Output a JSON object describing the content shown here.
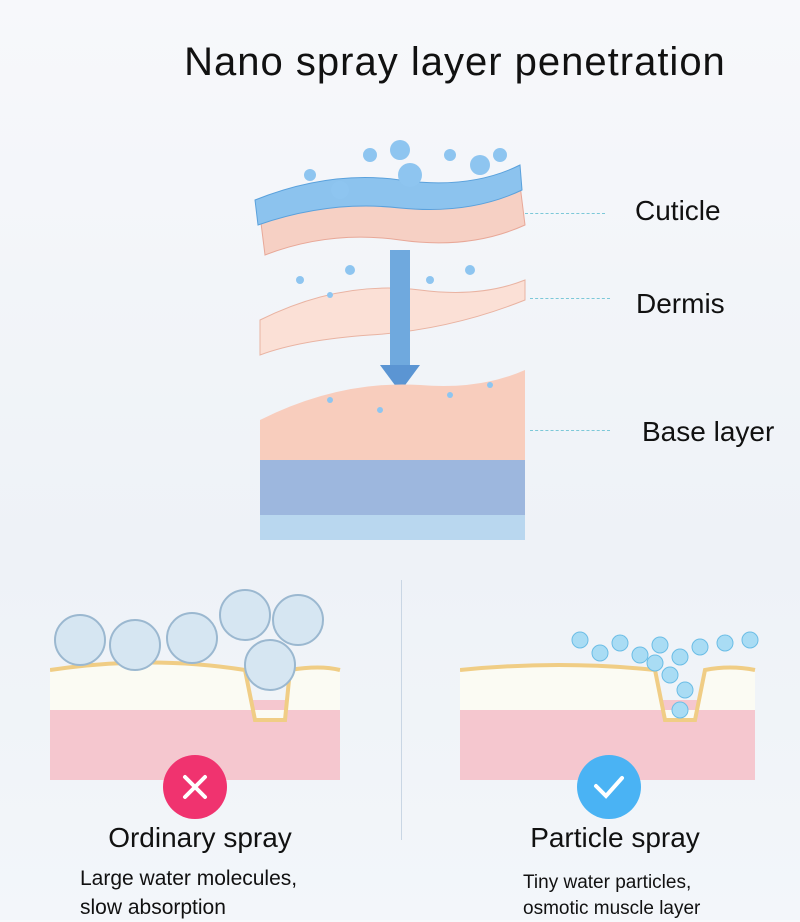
{
  "title": "Nano spray layer penetration",
  "layers": {
    "cuticle": "Cuticle",
    "dermis": "Dermis",
    "base": "Base layer"
  },
  "left": {
    "title": "Ordinary spray",
    "desc_line1": "Large water molecules,",
    "desc_line2": "slow absorption",
    "icon": "x-icon",
    "color": "#f0336f"
  },
  "right": {
    "title": "Particle spray",
    "desc_line1": "Tiny water particles,",
    "desc_line2": "osmotic muscle layer",
    "icon": "check-icon",
    "color": "#4ab3f4"
  }
}
